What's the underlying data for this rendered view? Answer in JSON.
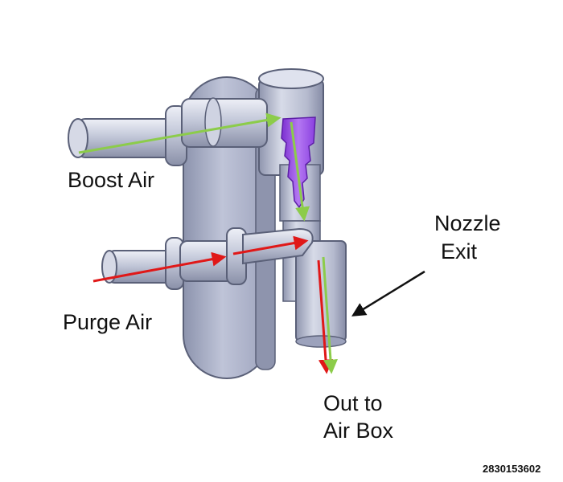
{
  "labels": {
    "boost_air": "Boost Air",
    "purge_air": "Purge Air",
    "nozzle_line1": "Nozzle",
    "nozzle_line2": "Exit",
    "out_line1": "Out to",
    "out_line2": "Air Box"
  },
  "figure_id": "2830153602",
  "colors": {
    "boost_flow": "#8ccc4a",
    "purge_flow": "#e01818",
    "pointer": "#111111",
    "body": "#a9b0c8",
    "body_edge": "#5a6078",
    "nozzle_insert": "#9a4fe0"
  }
}
